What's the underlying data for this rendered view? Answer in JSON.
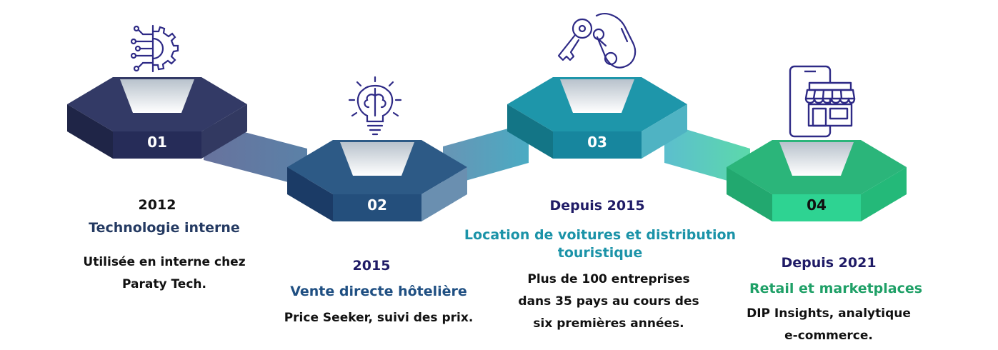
{
  "colors": {
    "step1": "#2a2f55",
    "step2": "#244f7c",
    "step3": "#17869e",
    "step4": "#29c98a",
    "icon": "#2e2a86",
    "title1": "#243a62",
    "title2": "#1f4f82",
    "title3": "#1b93a8",
    "title4": "#1fa067",
    "year_dark": "#1f1b66"
  },
  "steps": [
    {
      "number": "01",
      "icon": "gear-circuit-icon",
      "year": "2012",
      "title": "Technologie interne",
      "description": [
        "Utilisée en interne chez",
        "Paraty Tech."
      ]
    },
    {
      "number": "02",
      "icon": "lightbulb-brain-icon",
      "year": "2015",
      "title": "Vente directe hôtelière",
      "description": [
        "Price Seeker, suivi des prix."
      ]
    },
    {
      "number": "03",
      "icon": "car-keys-icon",
      "year": "Depuis 2015",
      "title": [
        "Location de voitures et distribution",
        "touristique"
      ],
      "description": [
        "Plus de 100 entreprises",
        "dans 35 pays au cours des",
        "six premières années."
      ]
    },
    {
      "number": "04",
      "icon": "mobile-shop-icon",
      "year": "Depuis 2021",
      "title": "Retail et marketplaces",
      "description": [
        "DIP Insights, analytique",
        "e-commerce."
      ]
    }
  ]
}
